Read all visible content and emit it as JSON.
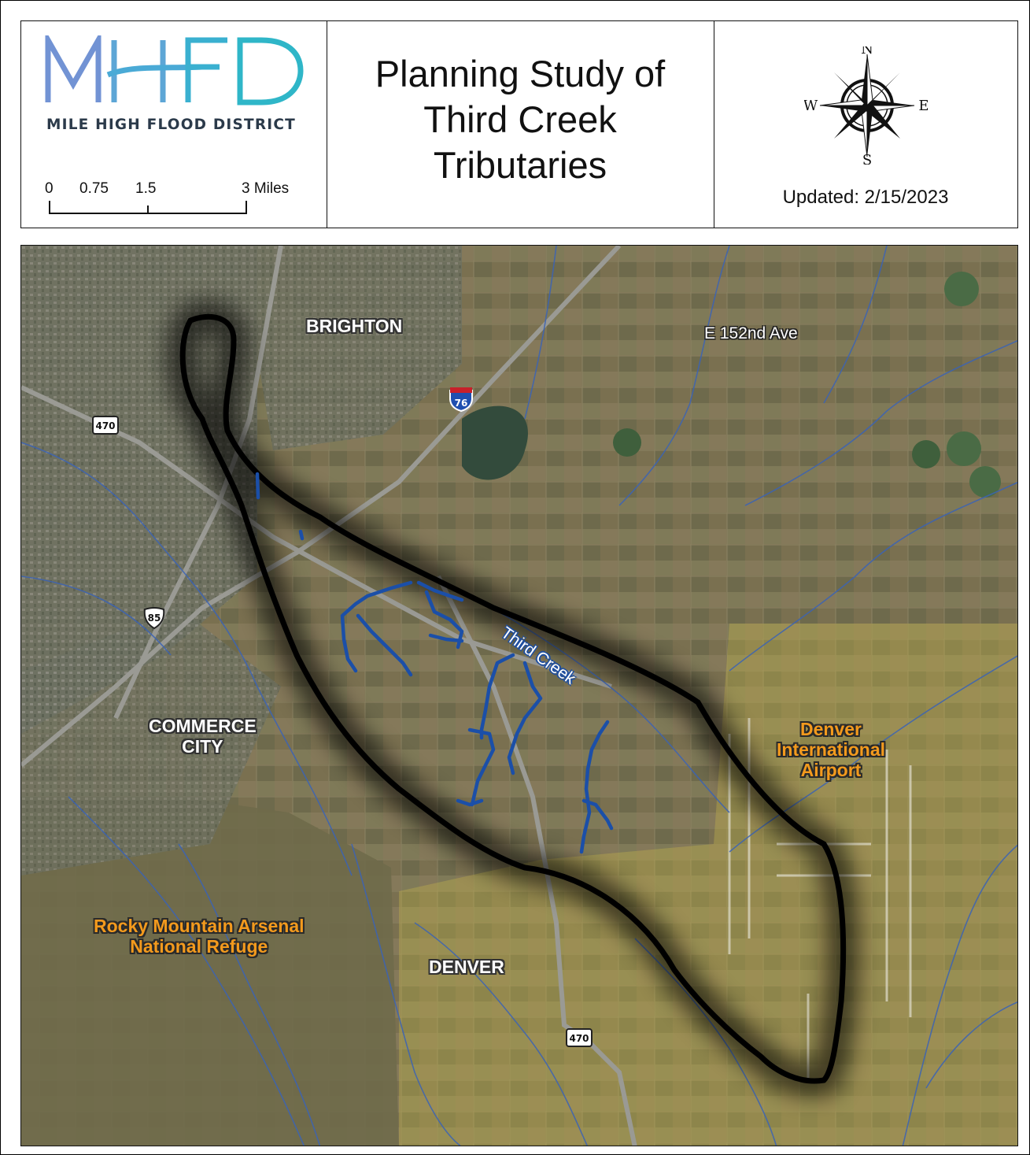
{
  "logo": {
    "wordmark": "MHFD",
    "subtitle": "MILE HIGH FLOOD DISTRICT",
    "color_left": "#6f8fd0",
    "color_right": "#2fb3c9"
  },
  "scale_bar": {
    "labels": [
      "0",
      "0.75",
      "1.5",
      "3 Miles"
    ]
  },
  "title": {
    "line1": "Planning Study of",
    "line2": "Third Creek",
    "line3": "Tributaries"
  },
  "compass": {
    "n": "N",
    "s": "S",
    "e": "E",
    "w": "W"
  },
  "updated": "Updated: 2/15/2023",
  "map": {
    "places": {
      "brighton": "BRIGHTON",
      "commerce_city_1": "COMMERCE",
      "commerce_city_2": "CITY",
      "denver": "DENVER"
    },
    "landmarks": {
      "dia_1": "Denver",
      "dia_2": "International",
      "dia_3": "Airport",
      "rma_1": "Rocky Mountain Arsenal",
      "rma_2": "National Refuge"
    },
    "roads": {
      "e152": "E 152nd Ave",
      "i76": "76",
      "us85": "85",
      "e470_top": "470",
      "e470_bottom": "470"
    },
    "creek_label": "Third Creek",
    "colors": {
      "study_boundary": "#000000",
      "tributaries": "#1b4fa8",
      "streams": "#3b63b5",
      "airport_tint": "#c9b84a"
    }
  }
}
